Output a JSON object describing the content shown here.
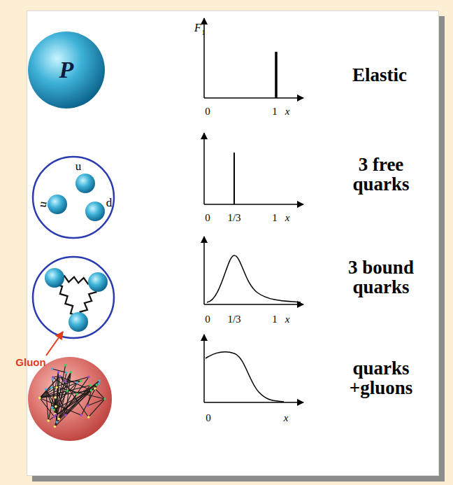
{
  "diagram": {
    "nodes": [
      {
        "text": [
          "P"
        ]
      }
    ],
    "labels": [
      "F",
      "1",
      "0",
      "1",
      "x",
      "Elastic",
      "u",
      "u",
      "d",
      "0",
      "1/3",
      "1",
      "x",
      "3 free quarks",
      "Gluon",
      "0",
      "1/3",
      "1",
      "x",
      "3 bound quarks",
      "0",
      "x",
      "quarks +gluons"
    ]
  }
}
